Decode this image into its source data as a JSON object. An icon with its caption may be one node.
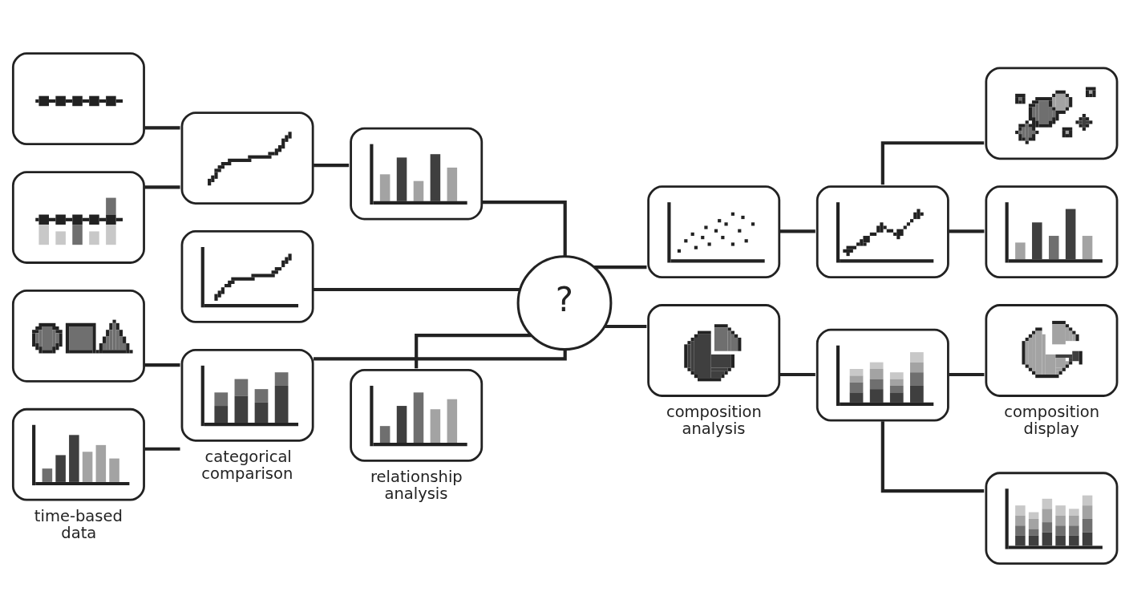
{
  "diagram": {
    "nodes": [
      {
        "text": [],
        "shape": "picture"
      },
      {
        "text": [],
        "shape": "picture"
      },
      {
        "text": [],
        "shape": "picture"
      },
      {
        "text": [],
        "shape": "picture"
      },
      {
        "text": [],
        "shape": "picture"
      },
      {
        "text": [],
        "shape": "picture"
      },
      {
        "text": [],
        "shape": "picture",
        "beside": [
          "time-based data"
        ]
      },
      {
        "text": [],
        "shape": "picture",
        "beside": [
          "categorical comparison"
        ]
      },
      {
        "text": [],
        "shape": "picture",
        "beside": [
          "relationship analysis"
        ]
      },
      {
        "text": [
          "?"
        ]
      },
      {
        "text": [],
        "shape": "picture"
      },
      {
        "text": [],
        "shape": "picture"
      },
      {
        "text": [],
        "shape": "picture"
      },
      {
        "text": [],
        "shape": "picture"
      },
      {
        "text": [],
        "shape": "picture",
        "beside": [
          "composition analysis"
        ]
      },
      {
        "text": [],
        "shape": "picture"
      },
      {
        "text": [],
        "shape": "picture",
        "beside": [
          "composition display"
        ]
      },
      {
        "text": [],
        "shape": "picture"
      }
    ],
    "edges": [
      {
        "from": 0,
        "to": 2,
        "arrow": "none"
      },
      {
        "from": 1,
        "to": 2,
        "arrow": "none"
      },
      {
        "from": 2,
        "to": 4,
        "arrow": "none"
      },
      {
        "from": 3,
        "to": 9,
        "arrow": "none"
      },
      {
        "from": 4,
        "to": 9,
        "arrow": "none"
      },
      {
        "from": 5,
        "to": 7,
        "arrow": "none"
      },
      {
        "from": 6,
        "to": 7,
        "arrow": "none"
      },
      {
        "from": 7,
        "to": 9,
        "arrow": "none"
      },
      {
        "from": 8,
        "to": 9,
        "arrow": "none"
      },
      {
        "from": 9,
        "to": 10,
        "arrow": "none"
      },
      {
        "from": 9,
        "to": 14,
        "arrow": "none"
      },
      {
        "from": 10,
        "to": 11,
        "arrow": "none"
      },
      {
        "from": 11,
        "to": 12,
        "arrow": "none"
      },
      {
        "from": 11,
        "to": 13,
        "arrow": "none"
      },
      {
        "from": 14,
        "to": 15,
        "arrow": "none"
      },
      {
        "from": 15,
        "to": 16,
        "arrow": "none"
      },
      {
        "from": 15,
        "to": 17,
        "arrow": "none"
      }
    ]
  }
}
